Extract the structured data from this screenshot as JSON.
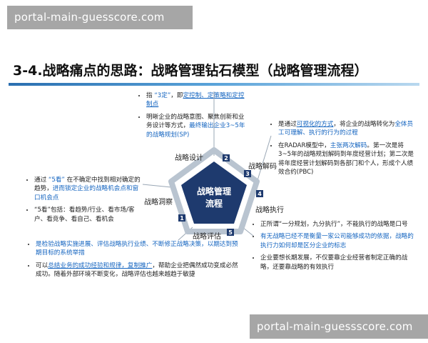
{
  "watermark": {
    "top": "portal-main-guesscore.com",
    "bottom": "portal-main-guessscore.com"
  },
  "title": "3-4.战略痛点的思路：战略管理钻石模型（战略管理流程）",
  "diagram": {
    "center": [
      "战略管理",
      "流程"
    ],
    "stages": [
      {
        "label": "战略设计",
        "num": "2"
      },
      {
        "label": "战略解码",
        "num": "3"
      },
      {
        "label": "战略执行",
        "num": "4"
      },
      {
        "label": "战略评估",
        "num": "5"
      },
      {
        "label": "战略洞察",
        "num": "1"
      }
    ]
  },
  "notes": {
    "top": [
      [
        "指 ",
        "“3定”",
        "，即",
        "定控制、定策略和定控制点",
        ""
      ],
      [
        "明晰企业的战略意图、聚焦创新和业务设计等方式，",
        "最终输出企业3~5年的战略规划(SP)",
        ""
      ]
    ],
    "right": [
      [
        "是通过",
        "可视化的方式",
        "，将企业的战略转化为",
        "全体员工可理解、执行的行为的过程",
        ""
      ],
      [
        "在RADAR模型中，",
        "主张两次解码",
        "。第一次是将3~5年的战略规划解码到年度经营计划；第二次是将年度经营计划解码到各部门和个人，形成个人绩效合约(PBC)"
      ]
    ],
    "left": [
      [
        "通过 ",
        "“5看”",
        " 在不确定中找到相对确定的趋势，",
        "进而锁定企业的战略机会点和窗口机会点",
        ""
      ],
      [
        "“5看”包括：看趋势/行业、看市场/客户、看竞争、看自己、看机会",
        "",
        "",
        "",
        ""
      ]
    ],
    "right_bottom": [
      [
        "正所谓“一分规划，九分执行”，不能执行的战略是口号",
        "",
        ""
      ],
      [
        "有无战略已经不是衡量一家公司能够成功的依据，战略的执行力如何却是区分企业的标志",
        "",
        ""
      ],
      [
        "企业要想长期发展，不仅要靠企业经营者制定正确的战略，还要靠战略的有效执行",
        "",
        ""
      ]
    ],
    "bottom": [
      [
        "是检验战略实施进展、评估战略执行业绩、不断修正战略决策，以期达到预期目标的系统举措",
        "",
        ""
      ],
      [
        "可以",
        "总结业务的成功经验和规律，复制推广",
        "，帮助企业把偶然成功变成必然成功。随着外部环境不断变化，战略评估也越来越趋于敏捷"
      ]
    ]
  },
  "colors": {
    "accent": "#1565c0",
    "pentagon": "#1e3a6e",
    "ring": "#9aa7b5",
    "numbox": "#1e3a6e"
  }
}
